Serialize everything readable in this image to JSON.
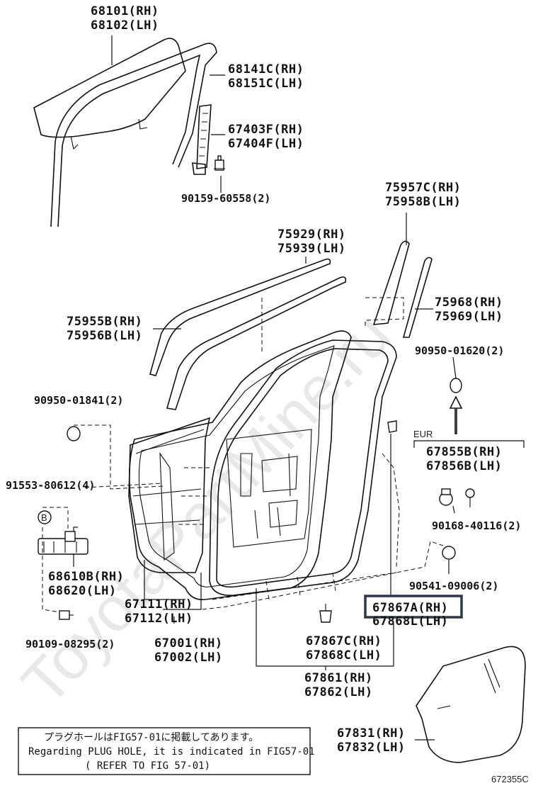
{
  "watermark": "ToyotaPartMine.ru",
  "parts": {
    "p68101": "68101(RH)",
    "p68102": "68102(LH)",
    "p68141": "68141C(RH)",
    "p68151": "68151C(LH)",
    "p67403": "67403F(RH)",
    "p67404": "67404F(LH)",
    "p90159": "90159-60558(2)",
    "p75957": "75957C(RH)",
    "p75958": "75958B(LH)",
    "p75929": "75929(RH)",
    "p75939": "75939(LH)",
    "p75955": "75955B(RH)",
    "p75956": "75956B(LH)",
    "p75968": "75968(RH)",
    "p75969": "75969(LH)",
    "p90950a": "90950-01620(2)",
    "p90950b": "90950-01841(2)",
    "eur": "EUR",
    "p67855": "67855B(RH)",
    "p67856": "67856B(LH)",
    "p91553": "91553-80612(4)",
    "bmark": "B",
    "p90168": "90168-40116(2)",
    "p68610": "68610B(RH)",
    "p68620": "68620(LH)",
    "p90541": "90541-09006(2)",
    "p67111": "67111(RH)",
    "p67112": "67112(LH)",
    "p67867a": "67867A(RH)",
    "p67868l": "67868L(LH)",
    "p90109": "90109-08295(2)",
    "p67001": "67001(RH)",
    "p67002": "67002(LH)",
    "p67867c": "67867C(RH)",
    "p67868c": "67868C(LH)",
    "p67861": "67861(RH)",
    "p67862": "67862(LH)",
    "p67831": "67831(RH)",
    "p67832": "67832(LH)"
  },
  "note": {
    "line1": "プラグホールはFIG57-01に掲載してあります。",
    "line2": "Regarding PLUG HOLE, it is indicated in FIG57-01",
    "line3": "( REFER TO FIG 57-01)"
  },
  "figure_code": "672355C",
  "colors": {
    "ink": "#111111",
    "highlight": "#2a3a4a",
    "watermark": "#e8e8e8"
  }
}
